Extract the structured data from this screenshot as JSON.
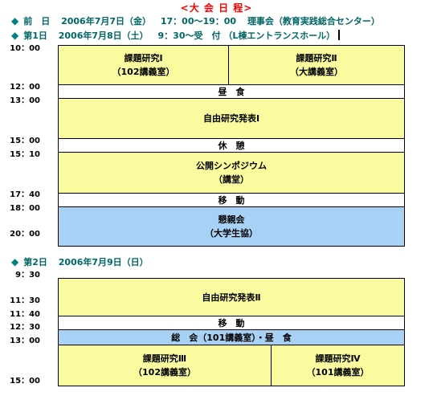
{
  "title": "<大 会 日 程>",
  "header": {
    "eve": {
      "label": "前　日",
      "date": "2006年7月7日（金）",
      "time": "17：00〜19：00",
      "event": "理事会（教育実践総合センター）"
    },
    "day1": {
      "label": "第1日",
      "date": "2006年7月8日（土）",
      "time": "9：30〜受　付",
      "event": "（L棟エントランスホール）"
    }
  },
  "day1": {
    "times": [
      "10：00",
      "12：00",
      "13：00",
      "15：00",
      "15：10",
      "17：40",
      "18：00",
      "20：00"
    ],
    "blocks": {
      "kadai1": {
        "name": "課題研究Ⅰ",
        "room": "（102講義室）"
      },
      "kadai2": {
        "name": "課題研究Ⅱ",
        "room": "（大講義室）"
      },
      "lunch": "昼　食",
      "jiyu1": "自由研究発表Ⅰ",
      "break": "休　憩",
      "sympo": {
        "name": "公開シンポジウム",
        "room": "（講堂）"
      },
      "move": "移　動",
      "konshin": {
        "name": "懇親会",
        "room": "（大学生協）"
      }
    }
  },
  "day2_header": {
    "label": "第2日",
    "date": "2006年7月9日（日）"
  },
  "day2": {
    "times": [
      "9：30",
      "11：30",
      "11：40",
      "12：30",
      "13：00",
      "15：00"
    ],
    "blocks": {
      "jiyu2": "自由研究発表Ⅱ",
      "move": "移　動",
      "soukai": "総　会（101講義室）・昼　食",
      "kadai3": {
        "name": "課題研究Ⅲ",
        "room": "（102講義室）"
      },
      "kadai4": {
        "name": "課題研究Ⅳ",
        "room": "（101講義室）"
      }
    }
  },
  "colors": {
    "yellow": "#fafa9e",
    "blue": "#a8d2f5",
    "title_red": "#ff0000",
    "header_teal": "#006666"
  },
  "icons": {
    "bullet": "diamond-icon"
  }
}
